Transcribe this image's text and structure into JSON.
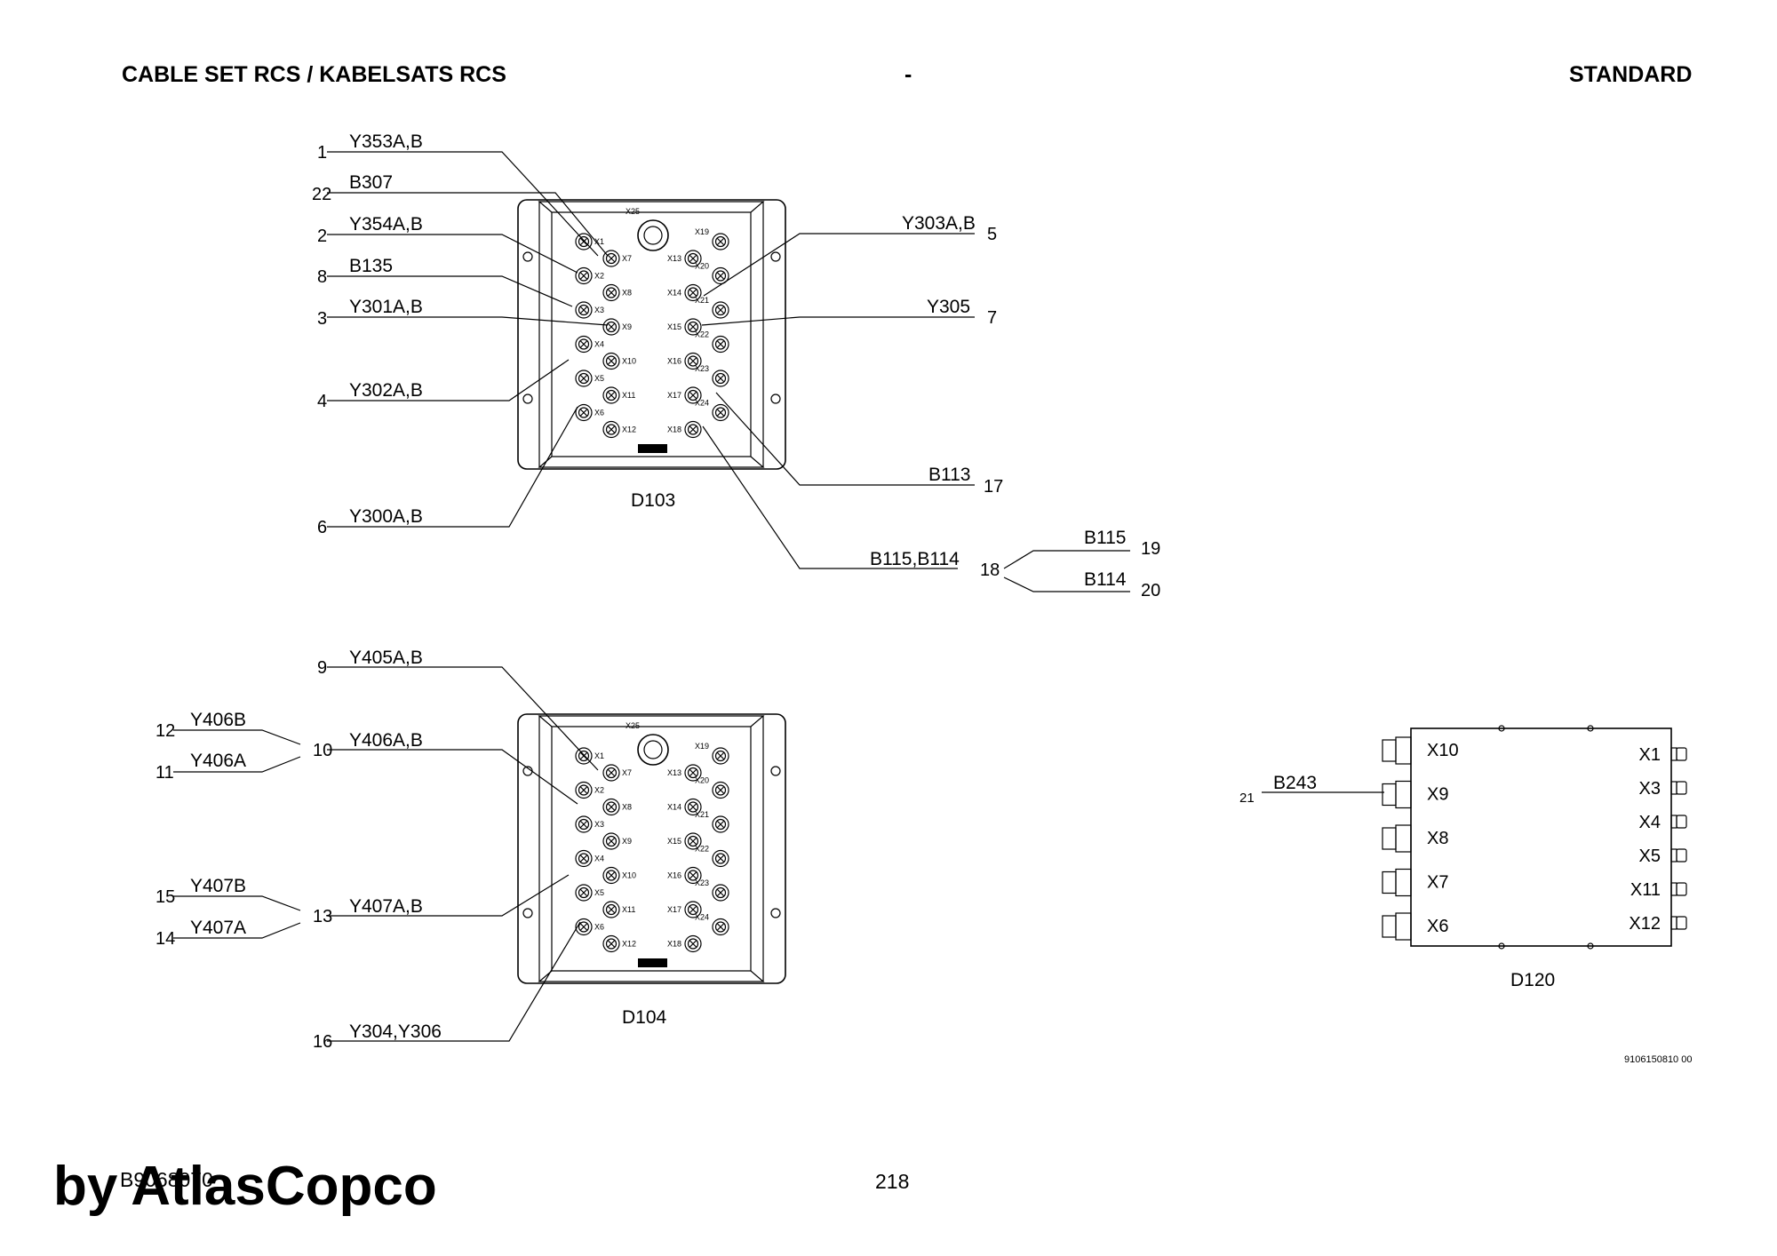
{
  "header": {
    "title": "CABLE SET RCS / KABELSATS RCS",
    "center": "-",
    "right": "STANDARD"
  },
  "modules": {
    "d103": "D103",
    "d104": "D104",
    "d120": "D120"
  },
  "module_ports": {
    "x25": "X25",
    "left_col": [
      "X1",
      "X2",
      "X3",
      "X4",
      "X5",
      "X6"
    ],
    "mid_left_col": [
      "X7",
      "X8",
      "X9",
      "X10",
      "X11",
      "X12"
    ],
    "mid_right_col": [
      "X13",
      "X14",
      "X15",
      "X16",
      "X17",
      "X18"
    ],
    "right_col": [
      "X19",
      "X20",
      "X21",
      "X22",
      "X23",
      "X24"
    ]
  },
  "d103_callouts": {
    "c1": {
      "num": "1",
      "label": "Y353A,B"
    },
    "c22": {
      "num": "22",
      "label": "B307"
    },
    "c2": {
      "num": "2",
      "label": "Y354A,B"
    },
    "c8": {
      "num": "8",
      "label": "B135"
    },
    "c3": {
      "num": "3",
      "label": "Y301A,B"
    },
    "c4": {
      "num": "4",
      "label": "Y302A,B"
    },
    "c6": {
      "num": "6",
      "label": "Y300A,B"
    },
    "c5": {
      "num": "5",
      "label": "Y303A,B"
    },
    "c7": {
      "num": "7",
      "label": "Y305"
    },
    "c17": {
      "num": "17",
      "label": "B113"
    },
    "c18": {
      "num": "18",
      "label": "B115,B114"
    },
    "c19": {
      "num": "19",
      "label": "B115"
    },
    "c20": {
      "num": "20",
      "label": "B114"
    }
  },
  "d104_callouts": {
    "c9": {
      "num": "9",
      "label": "Y405A,B"
    },
    "c10": {
      "num": "10",
      "label": "Y406A,B"
    },
    "c12": {
      "num": "12",
      "label": "Y406B"
    },
    "c11": {
      "num": "11",
      "label": "Y406A"
    },
    "c13": {
      "num": "13",
      "label": "Y407A,B"
    },
    "c15": {
      "num": "15",
      "label": "Y407B"
    },
    "c14": {
      "num": "14",
      "label": "Y407A"
    },
    "c16": {
      "num": "16",
      "label": "Y304,Y306"
    }
  },
  "d120": {
    "left_ports": [
      "X10",
      "X9",
      "X8",
      "X7",
      "X6"
    ],
    "right_ports": [
      "X1",
      "X3",
      "X4",
      "X5",
      "X11",
      "X12"
    ],
    "callout": {
      "num": "21",
      "label": "B243"
    }
  },
  "doc_ref": "9106150810 00",
  "footer": {
    "doc_number": "B9068070",
    "page": "218"
  },
  "watermark": "by AtlasCopco"
}
